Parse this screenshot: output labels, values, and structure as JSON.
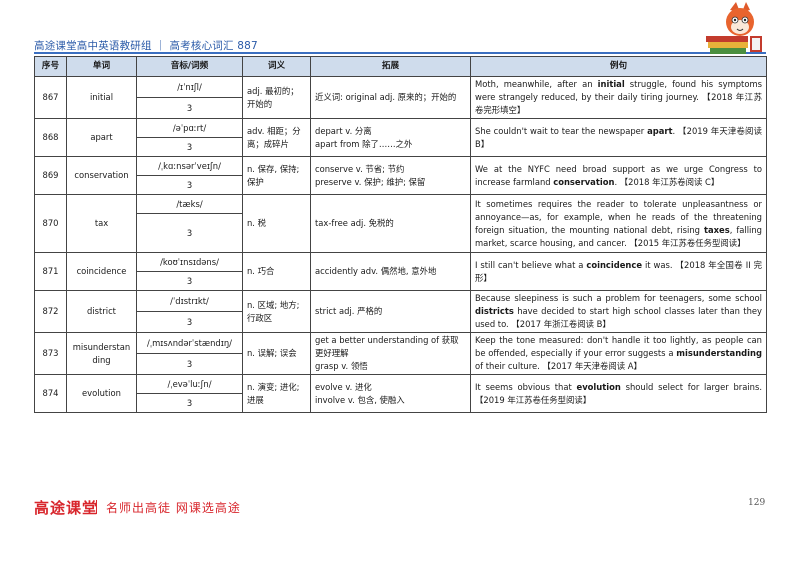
{
  "header": {
    "title": "高途课堂高中英语教研组 ｜ 高考核心词汇 887"
  },
  "table": {
    "columns": [
      "序号",
      "单词",
      "音标/词频",
      "词义",
      "拓展",
      "例句"
    ],
    "rows": [
      {
        "no": "867",
        "word": "initial",
        "phonetic": "/ɪˈnɪʃl/",
        "freq": "3",
        "meaning": "adj. 最初的；开始的",
        "ext": [
          "近义词: original   adj. 原来的；开始的"
        ],
        "ex_before": "Moth, meanwhile, after an ",
        "ex_key": "initial",
        "ex_after": " struggle, found his symptoms were strangely reduced, by their daily tiring journey. 【2018 年江苏卷完形填空】"
      },
      {
        "no": "868",
        "word": "apart",
        "phonetic": "/əˈpɑːrt/",
        "freq": "3",
        "meaning": "adv. 相距；分离；成碎片",
        "ext": [
          "depart   v. 分离",
          "apart from  除了……之外"
        ],
        "ex_before": "She couldn't wait to tear the newspaper ",
        "ex_key": "apart",
        "ex_after": ". 【2019 年天津卷阅读 B】"
      },
      {
        "no": "869",
        "word": "conservation",
        "phonetic": "/ˌkɑːnsərˈveɪʃn/",
        "freq": "3",
        "meaning": "n. 保存, 保持; 保护",
        "ext": [
          "conserve   v. 节省; 节约",
          "preserve   v. 保护; 维护; 保留"
        ],
        "ex_before": "We at the NYFC need broad support as we urge Congress to increase farmland ",
        "ex_key": "conservation",
        "ex_after": ". 【2018 年江苏卷阅读 C】"
      },
      {
        "no": "870",
        "word": "tax",
        "phonetic": "/tæks/",
        "freq": "3",
        "meaning": "n. 税",
        "ext": [
          "tax-free   adj. 免税的"
        ],
        "ex_before": "It sometimes requires the reader to tolerate unpleasantness or annoyance—as, for example, when he reads of the threatening foreign situation, the mounting national debt, rising ",
        "ex_key": "taxes",
        "ex_after": ", falling market, scarce housing, and cancer. 【2015 年江苏卷任务型阅读】"
      },
      {
        "no": "871",
        "word": "coincidence",
        "phonetic": "/koʊˈɪnsɪdəns/",
        "freq": "3",
        "meaning": "n. 巧合",
        "ext": [
          "accidently   adv. 偶然地, 意外地"
        ],
        "ex_before": "I still can't believe what a ",
        "ex_key": "coincidence",
        "ex_after": " it was. 【2018 年全国卷 II 完形】"
      },
      {
        "no": "872",
        "word": "district",
        "phonetic": "/ˈdɪstrɪkt/",
        "freq": "3",
        "meaning": "n. 区域; 地方; 行政区",
        "ext": [
          "strict   adj. 严格的"
        ],
        "ex_before": "Because sleepiness is such a problem for teenagers, some school ",
        "ex_key": "districts",
        "ex_after": " have decided to start high school classes later than they used to. 【2017 年浙江卷阅读 B】"
      },
      {
        "no": "873",
        "word": "misunderstanding",
        "phonetic": "/ˌmɪsʌndərˈstændɪŋ/",
        "freq": "3",
        "meaning": "n. 误解; 误会",
        "ext": [
          "get a better understanding of 获取更好理解",
          "grasp   v. 领悟"
        ],
        "ex_before": "Keep the tone measured: don't handle it too lightly, as people can be offended, especially if your error suggests a ",
        "ex_key": "misunderstanding",
        "ex_after": " of their culture. 【2017 年天津卷阅读 A】"
      },
      {
        "no": "874",
        "word": "evolution",
        "phonetic": "/ˌevəˈluːʃn/",
        "freq": "3",
        "meaning": "n. 演变; 进化; 进展",
        "ext": [
          "evolve   v. 进化",
          "involve   v. 包含, 使融入"
        ],
        "ex_before": "It seems obvious that ",
        "ex_key": "evolution",
        "ex_after": " should select for larger brains. 【2019 年江苏卷任务型阅读】"
      }
    ]
  },
  "footer": {
    "brand": "高途课堂",
    "slogan": "名师出高徒  网课选高途",
    "page_number": "129"
  },
  "colors": {
    "header_blue": "#2a5aa8",
    "table_header_bg": "#cfdcec",
    "brand_red": "#d8262c"
  },
  "icons": {
    "mascot": "cartoon-fox-reading-icon"
  }
}
